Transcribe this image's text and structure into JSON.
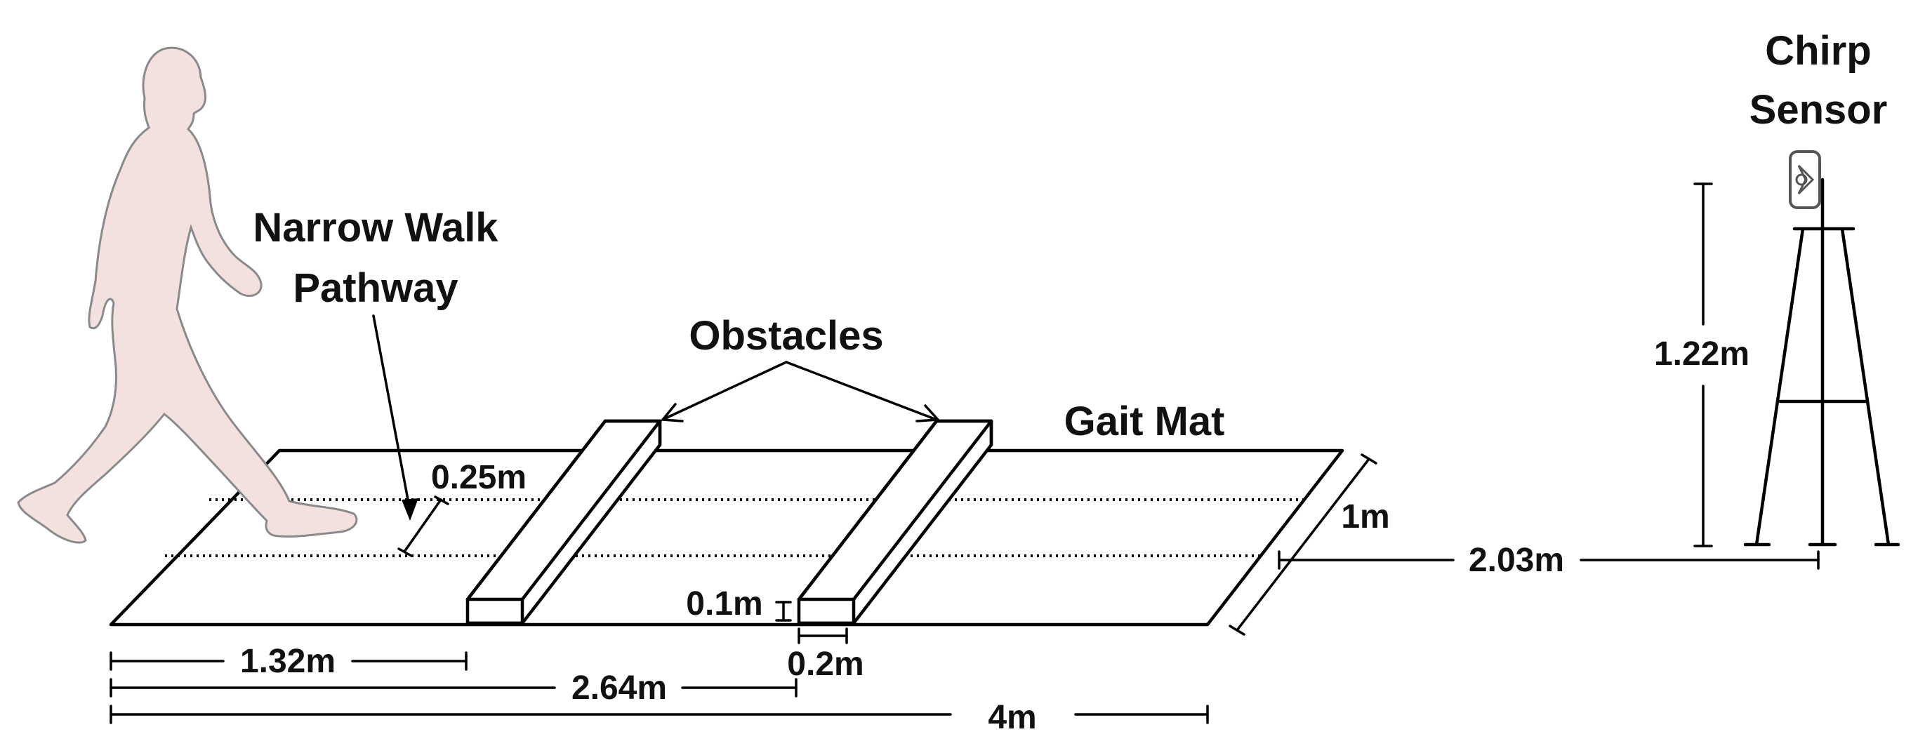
{
  "labels": {
    "narrow_walk_line1": "Narrow Walk",
    "narrow_walk_line2": "Pathway",
    "obstacles": "Obstacles",
    "gait_mat": "Gait Mat",
    "chirp_line1": "Chirp",
    "chirp_line2": "Sensor"
  },
  "dimensions": {
    "pathway_width": "0.25m",
    "mat_width": "1m",
    "obstacle_height": "0.1m",
    "obstacle_depth": "0.2m",
    "first_obstacle_distance": "1.32m",
    "second_obstacle_distance": "2.64m",
    "mat_length": "4m",
    "sensor_distance": "2.03m",
    "sensor_height": "1.22m"
  },
  "colors": {
    "walker_fill": "#f2e1df",
    "walker_outline": "#8a8a8a",
    "line": "#000000"
  },
  "icons": {
    "walker": "walking-person-icon",
    "sensor": "chirp-sensor-icon"
  }
}
